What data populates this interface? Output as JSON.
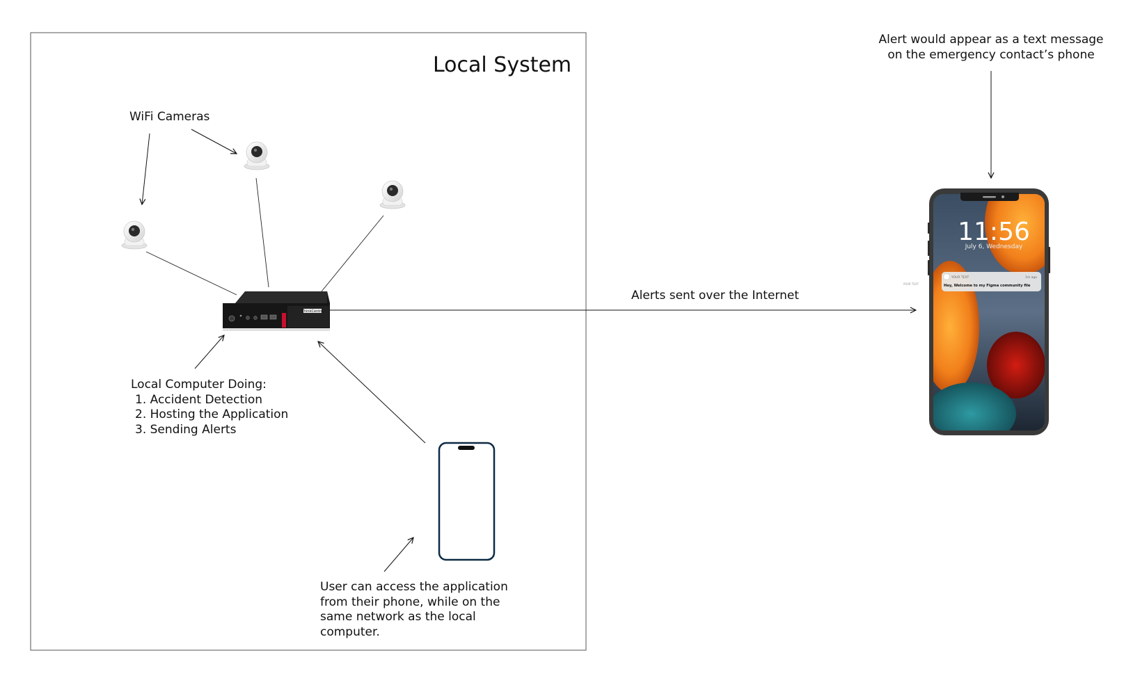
{
  "local_system": {
    "title": "Local System"
  },
  "cameras": {
    "label": "WiFi Cameras"
  },
  "computer": {
    "heading": "Local Computer Doing:",
    "tasks": [
      "1. Accident Detection",
      "2. Hosting the Application",
      "3. Sending Alerts"
    ],
    "brand_text": "ThinkCentre"
  },
  "user_phone": {
    "caption_lines": [
      "User can access the application",
      "from their phone, while on the",
      "same network as the local",
      "computer."
    ]
  },
  "internet": {
    "label": "Alerts sent over the Internet"
  },
  "emergency_phone": {
    "caption_lines": [
      "Alert would appear as a text message",
      "on the emergency contact’s phone"
    ],
    "time": "11:56",
    "date": "July 6, Wednesday",
    "notification_app": "YOUR TEXT",
    "notification_time": "1m ago",
    "notification_message": "Hey, Welcome to my Figma community file",
    "side_label": "YOUR TEXT"
  },
  "colors": {
    "line": "#111111",
    "frame_border": "#555555",
    "computer_accent": "#c8102e",
    "phone_outline": "#0d2b45"
  }
}
